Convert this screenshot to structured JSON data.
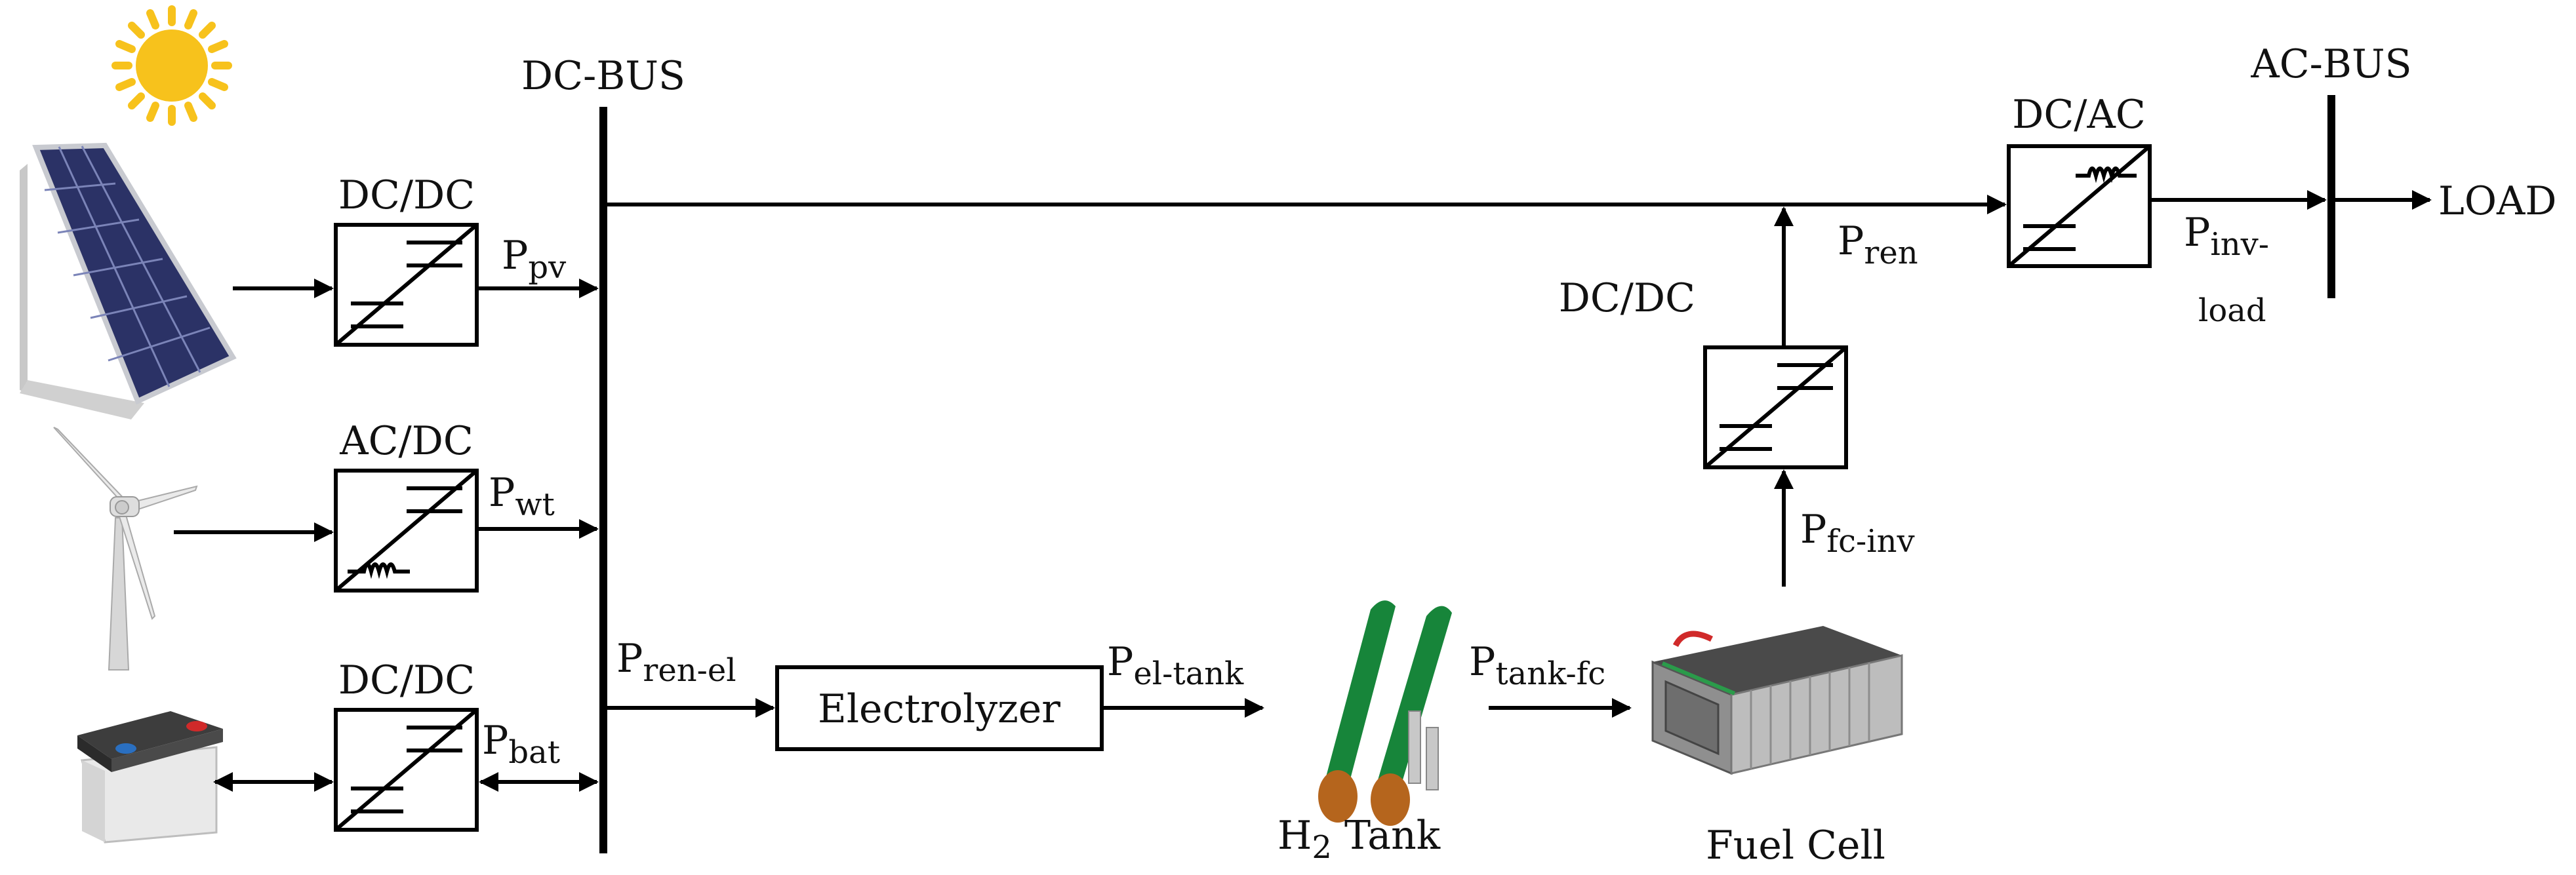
{
  "buses": {
    "dc_bus": "DC-BUS",
    "ac_bus": "AC-BUS"
  },
  "converters": {
    "pv": "DC/DC",
    "wind": "AC/DC",
    "battery": "DC/DC",
    "fuel_cell": "DC/DC",
    "inverter": "DC/AC"
  },
  "flows": {
    "pv": {
      "main": "P",
      "sub": "pv"
    },
    "wt": {
      "main": "P",
      "sub": "wt"
    },
    "bat": {
      "main": "P",
      "sub": "bat"
    },
    "ren_el": {
      "main": "P",
      "sub": "ren-el"
    },
    "el_tank": {
      "main": "P",
      "sub": "el-tank"
    },
    "tank_fc": {
      "main": "P",
      "sub": "tank-fc"
    },
    "fc_inv": {
      "main": "P",
      "sub": "fc-inv"
    },
    "ren": {
      "main": "P",
      "sub": "ren"
    },
    "inv_load": {
      "main": "P",
      "sub": "inv-",
      "sub2": "load"
    }
  },
  "components": {
    "electrolyzer": "Electrolyzer",
    "h2_tank": {
      "pre": "H",
      "sub": "2",
      "post": " Tank"
    },
    "fuel_cell": "Fuel Cell",
    "load": "LOAD"
  },
  "icons": {
    "sun": "sun-icon",
    "solar_panel": "solar-panel-icon",
    "wind_turbine": "wind-turbine-icon",
    "battery": "battery-icon",
    "h2_tank": "hydrogen-cylinders-icon",
    "fuel_cell": "fuel-cell-stack-icon"
  },
  "colors": {
    "sun": "#f7c21c",
    "solar_panel": "#2b3266",
    "h2_tank": "#17853a",
    "battery_terminal_neg": "#2a6fc0",
    "battery_terminal_pos": "#d02a2a"
  }
}
